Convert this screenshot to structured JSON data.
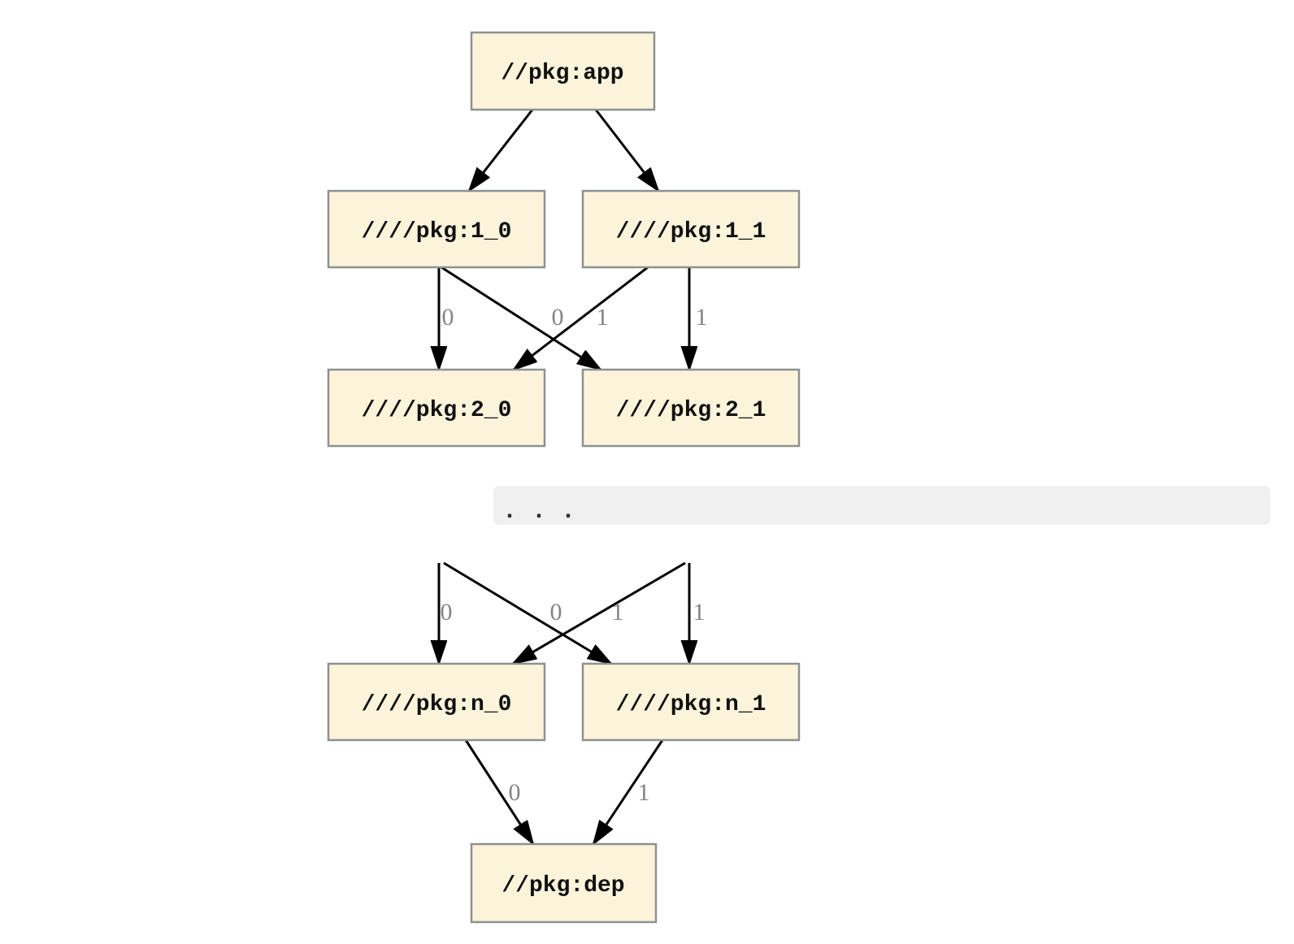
{
  "diagram": {
    "type": "dependency-graph",
    "description": "Package dependency version chain diagram",
    "nodes": {
      "app": {
        "label": "//pkg:app"
      },
      "v1_0": {
        "label": "////pkg:1_0"
      },
      "v1_1": {
        "label": "////pkg:1_1"
      },
      "v2_0": {
        "label": "////pkg:2_0"
      },
      "v2_1": {
        "label": "////pkg:2_1"
      },
      "vn_0": {
        "label": "////pkg:n_0"
      },
      "vn_1": {
        "label": "////pkg:n_1"
      },
      "dep": {
        "label": "//pkg:dep"
      }
    },
    "ellipsis": {
      "text": ". . ."
    },
    "edges": [
      {
        "from": "//pkg:app",
        "to": "////pkg:1_0",
        "label": ""
      },
      {
        "from": "//pkg:app",
        "to": "////pkg:1_1",
        "label": ""
      },
      {
        "from": "////pkg:1_0",
        "to": "////pkg:2_0",
        "label": "0"
      },
      {
        "from": "////pkg:1_0",
        "to": "////pkg:2_1",
        "label": "0"
      },
      {
        "from": "////pkg:1_1",
        "to": "////pkg:2_0",
        "label": "1"
      },
      {
        "from": "////pkg:1_1",
        "to": "////pkg:2_1",
        "label": "1"
      },
      {
        "from": "...",
        "to": "////pkg:n_0",
        "label": "0"
      },
      {
        "from": "...",
        "to": "////pkg:n_1",
        "label": "0"
      },
      {
        "from": "...",
        "to": "////pkg:n_0",
        "label": "1"
      },
      {
        "from": "...",
        "to": "////pkg:n_1",
        "label": "1"
      },
      {
        "from": "////pkg:n_0",
        "to": "//pkg:dep",
        "label": "0"
      },
      {
        "from": "////pkg:n_1",
        "to": "//pkg:dep",
        "label": "1"
      }
    ],
    "colors": {
      "node_fill": "#fbf4db",
      "node_border": "#8e9190",
      "node_text": "#111111",
      "edge_stroke": "#000000",
      "edge_label": "#848484",
      "ellipsis_band": "#f0f0f0",
      "ellipsis_dots": "#2e2e2e",
      "background": "#ffffff"
    }
  }
}
